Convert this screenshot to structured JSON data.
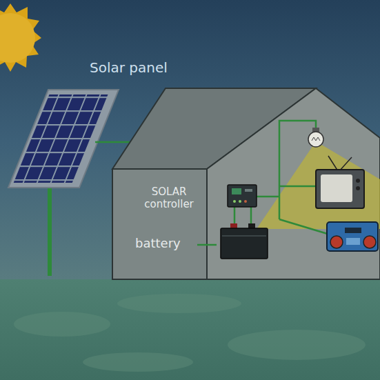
{
  "diagram": {
    "labels": [
      "Solar panel",
      "SOLAR controller",
      "battery"
    ]
  }
}
